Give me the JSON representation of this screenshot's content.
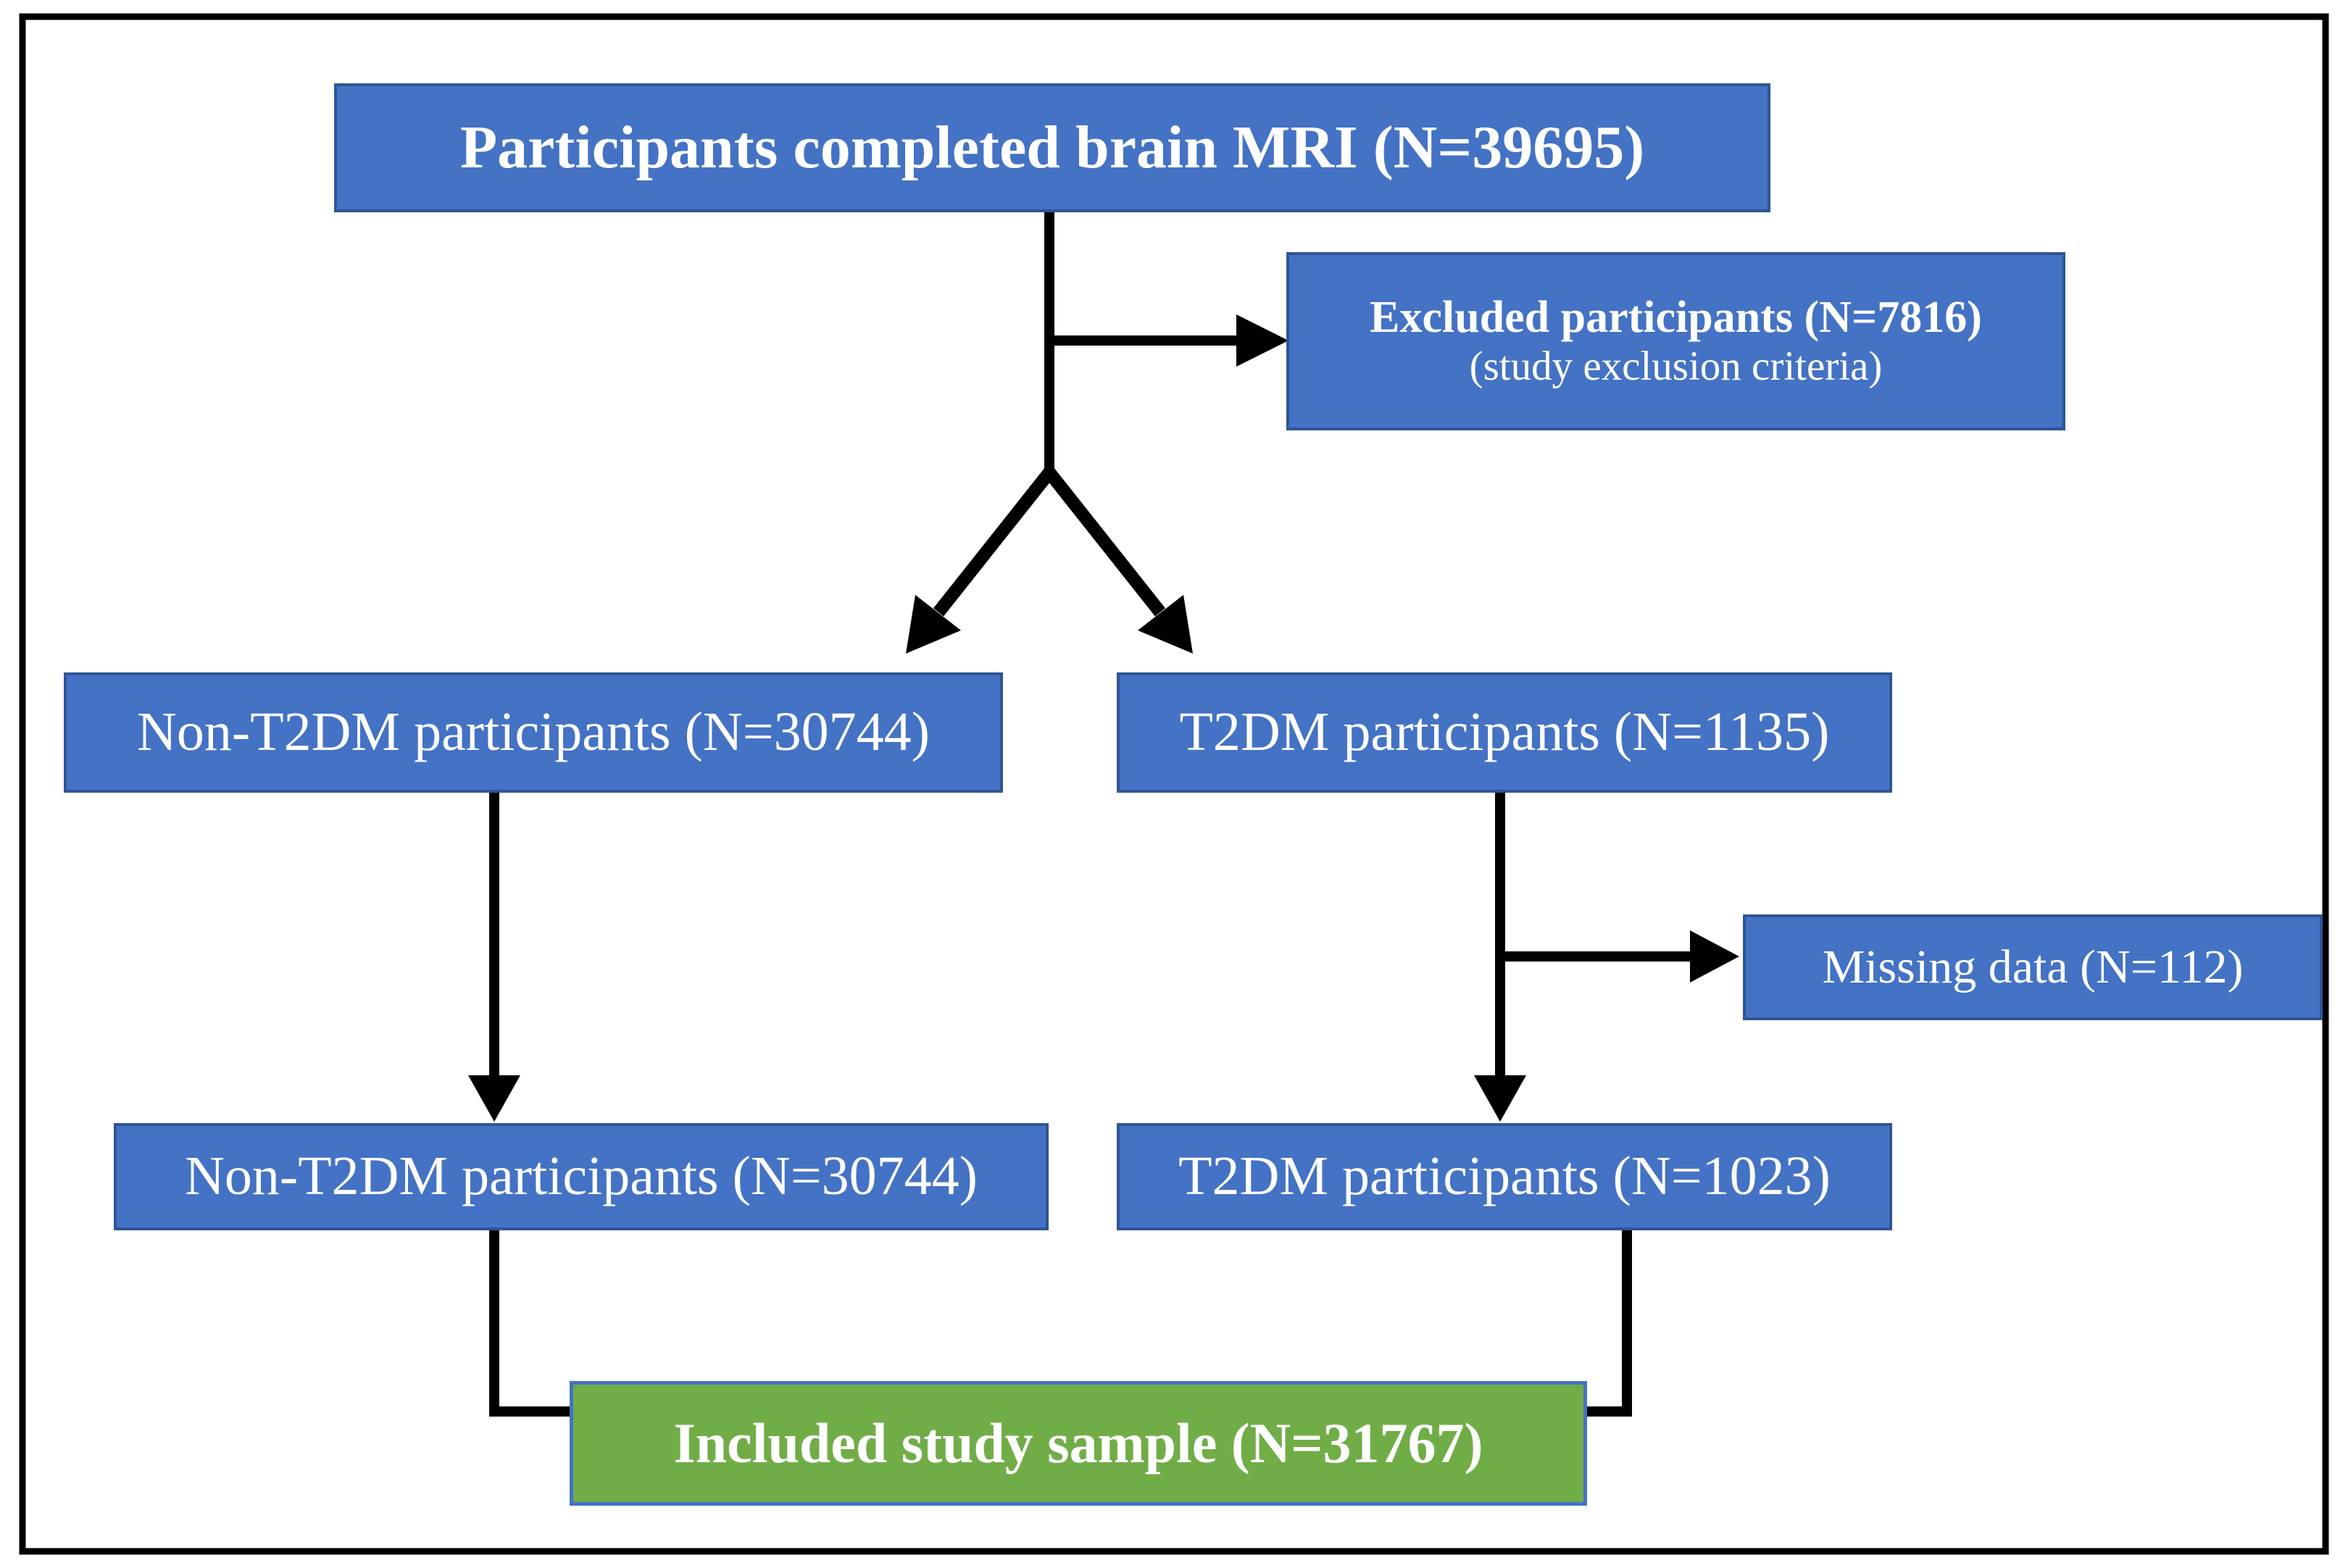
{
  "colors": {
    "background": "#ffffff",
    "frame": "#000000",
    "arrow": "#000000",
    "box_blue": "#4472c4",
    "box_blue_border": "#2f5597",
    "box_green": "#70ad47",
    "box_green_border": "#4472c4",
    "text": "#ffffff"
  },
  "diagram": {
    "type": "study-flowchart",
    "nodes": {
      "top": {
        "label": "Participants completed brain MRI (N=39695)"
      },
      "excluded": {
        "line1": "Excluded participants (N=7816)",
        "line2": "(study exclusion criteria)"
      },
      "non_t2dm_initial": {
        "label": "Non-T2DM participants (N=30744)"
      },
      "t2dm_initial": {
        "label": "T2DM participants (N=1135)"
      },
      "missing": {
        "label": "Missing data (N=112)"
      },
      "non_t2dm_final": {
        "label": "Non-T2DM participants (N=30744)"
      },
      "t2dm_final": {
        "label": "T2DM participants (N=1023)"
      },
      "included": {
        "label": "Included study sample (N=31767)"
      }
    }
  }
}
